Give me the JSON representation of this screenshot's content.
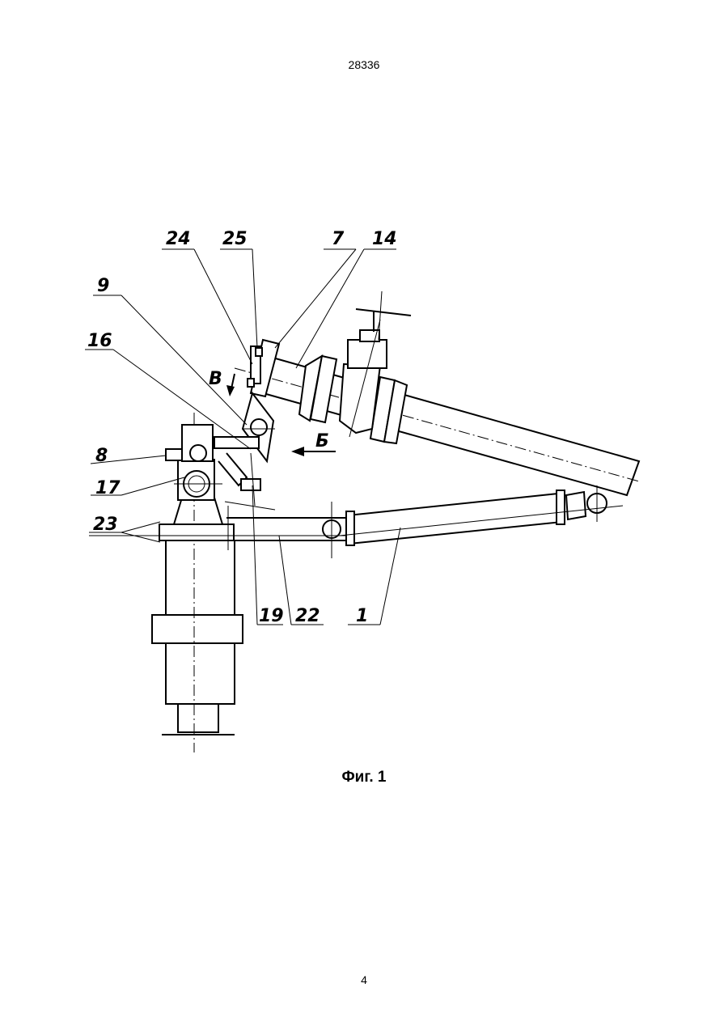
{
  "header": {
    "document_number": "28336"
  },
  "figure": {
    "caption": "Фиг. 1",
    "labels": {
      "l24": "24",
      "l25": "25",
      "l7": "7",
      "l14": "14",
      "l9": "9",
      "l16": "16",
      "lB": "В",
      "lBe": "Б",
      "l8": "8",
      "l17": "17",
      "l23": "23",
      "l19": "19",
      "l22": "22",
      "l1": "1"
    }
  },
  "footer": {
    "page_number": "4"
  }
}
